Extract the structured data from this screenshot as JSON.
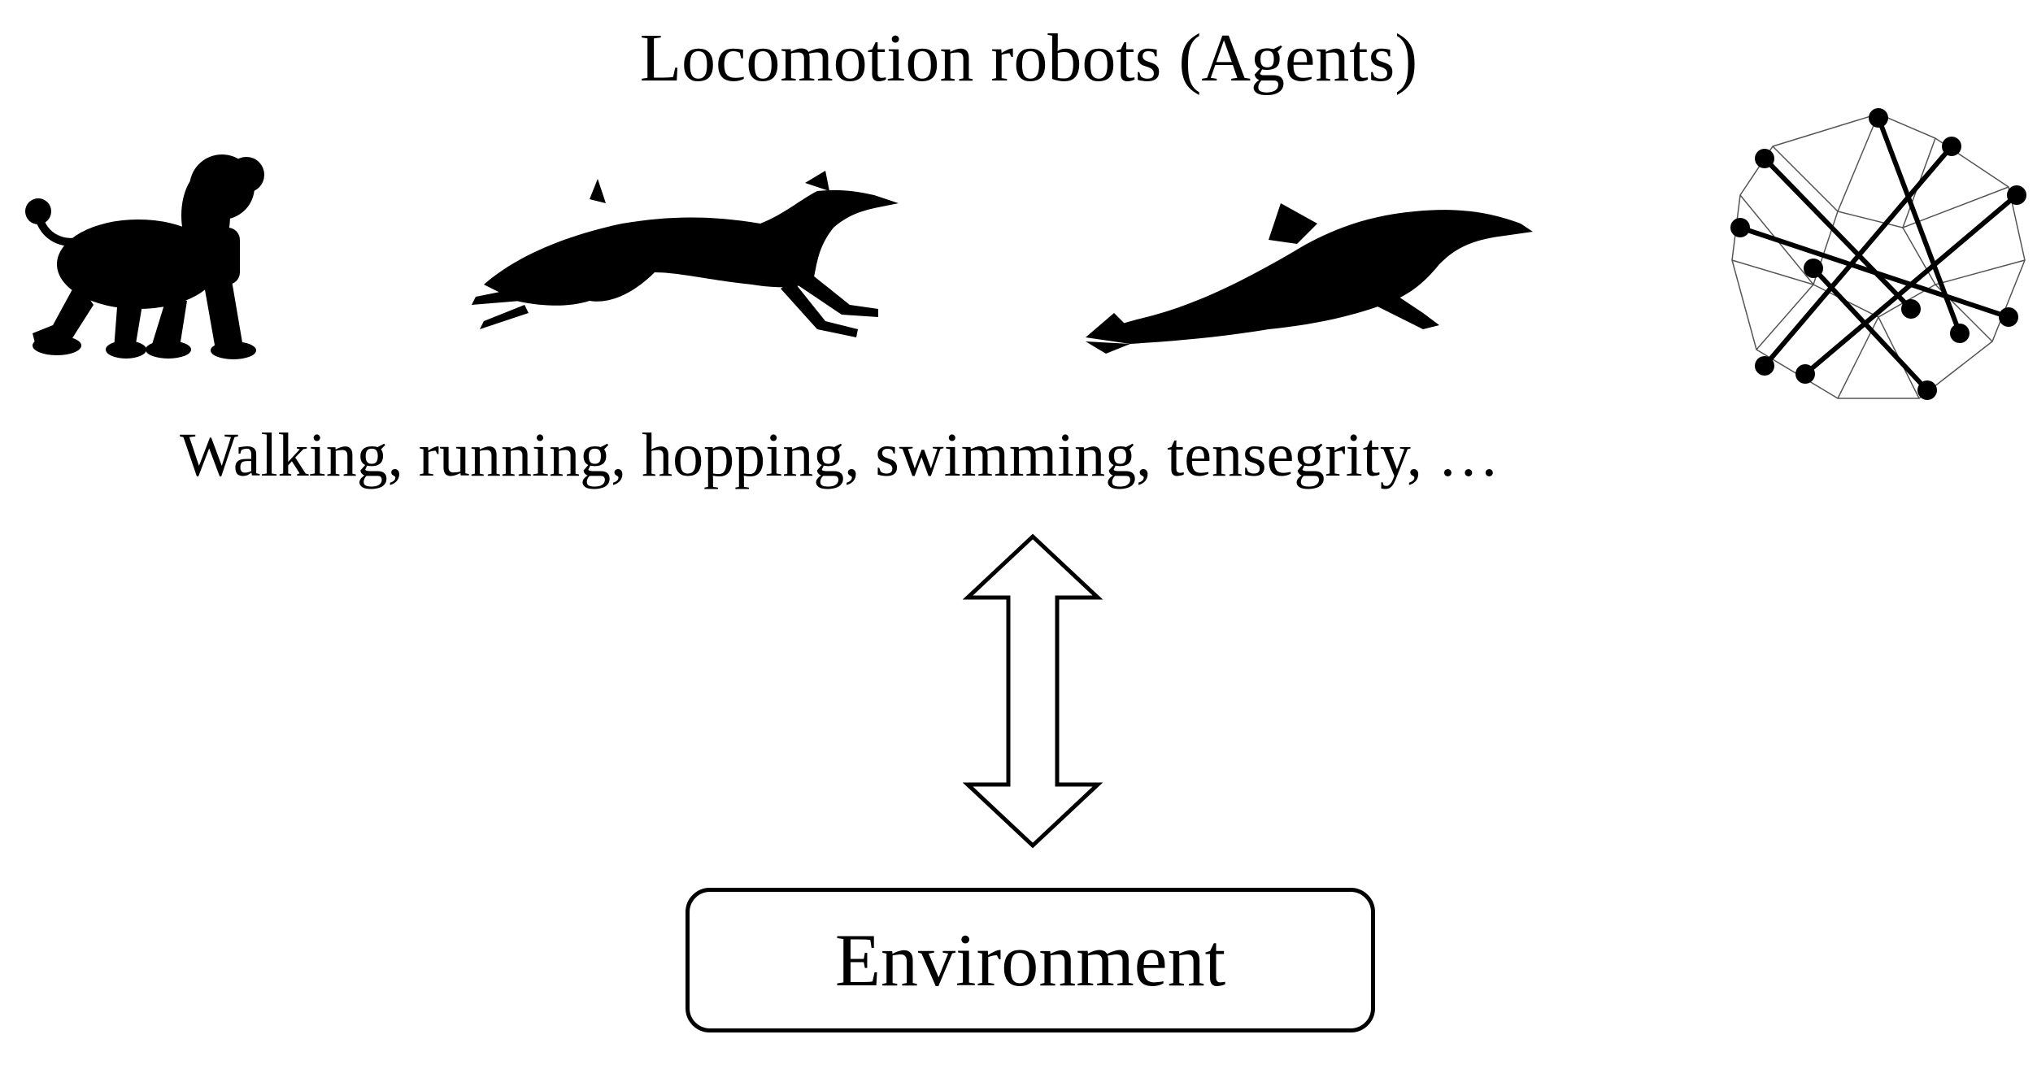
{
  "title": "Locomotion robots (Agents)",
  "behaviors": "Walking, running, hopping, swimming, tensegrity, …",
  "environment": "Environment",
  "colors": {
    "ink": "#000000",
    "background": "#ffffff"
  },
  "figures": [
    "dog-robot-silhouette",
    "greyhound-robot-silhouette",
    "dolphin-robot-silhouette",
    "tensegrity-robot"
  ],
  "connector": "double-headed-arrow"
}
